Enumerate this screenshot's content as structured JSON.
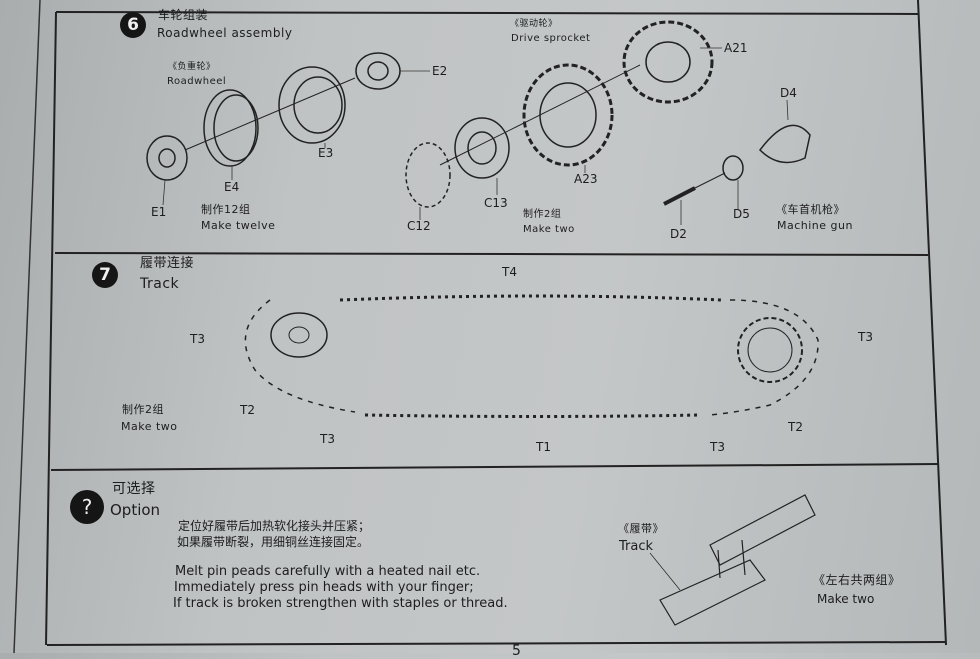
{
  "step6": {
    "number": "6",
    "title_cn": "车轮组装",
    "title_en": "Roadwheel assembly",
    "roadwheel_cn": "《负重轮》",
    "roadwheel_en": "Roadwheel",
    "sprocket_cn": "《驱动轮》",
    "sprocket_en": "Drive sprocket",
    "parts": [
      "E1",
      "E4",
      "E3",
      "E2",
      "C12",
      "C13",
      "A23",
      "A21",
      "D2",
      "D5",
      "D4"
    ],
    "make12_cn": "制作12组",
    "make12_en": "Make twelve",
    "make2_cn": "制作2组",
    "make2_en": "Make two",
    "mg_cn": "《车首机枪》",
    "mg_en": "Machine gun"
  },
  "step7": {
    "number": "7",
    "title_cn": "履带连接",
    "title_en": "Track",
    "parts": [
      "T4",
      "T3",
      "T3",
      "T2",
      "T3",
      "T1",
      "T3",
      "T2"
    ],
    "make2_cn": "制作2组",
    "make2_en": "Make two"
  },
  "option": {
    "icon": "?",
    "title_cn": "可选择",
    "title_en": "Option",
    "cn_lines": [
      "定位好履带后加热软化接头并压紧；",
      "如果履带断裂，用细铜丝连接固定。"
    ],
    "en_lines": [
      "Melt pin peads carefully with a heated nail etc.",
      "Immediately press pin heads with your finger;",
      "If track is broken strengthen with staples or thread."
    ],
    "track_cn": "《履带》",
    "track_en": "Track",
    "make_cn": "《左右共两组》",
    "make_en": "Make two"
  },
  "footer": {
    "page": "5"
  }
}
